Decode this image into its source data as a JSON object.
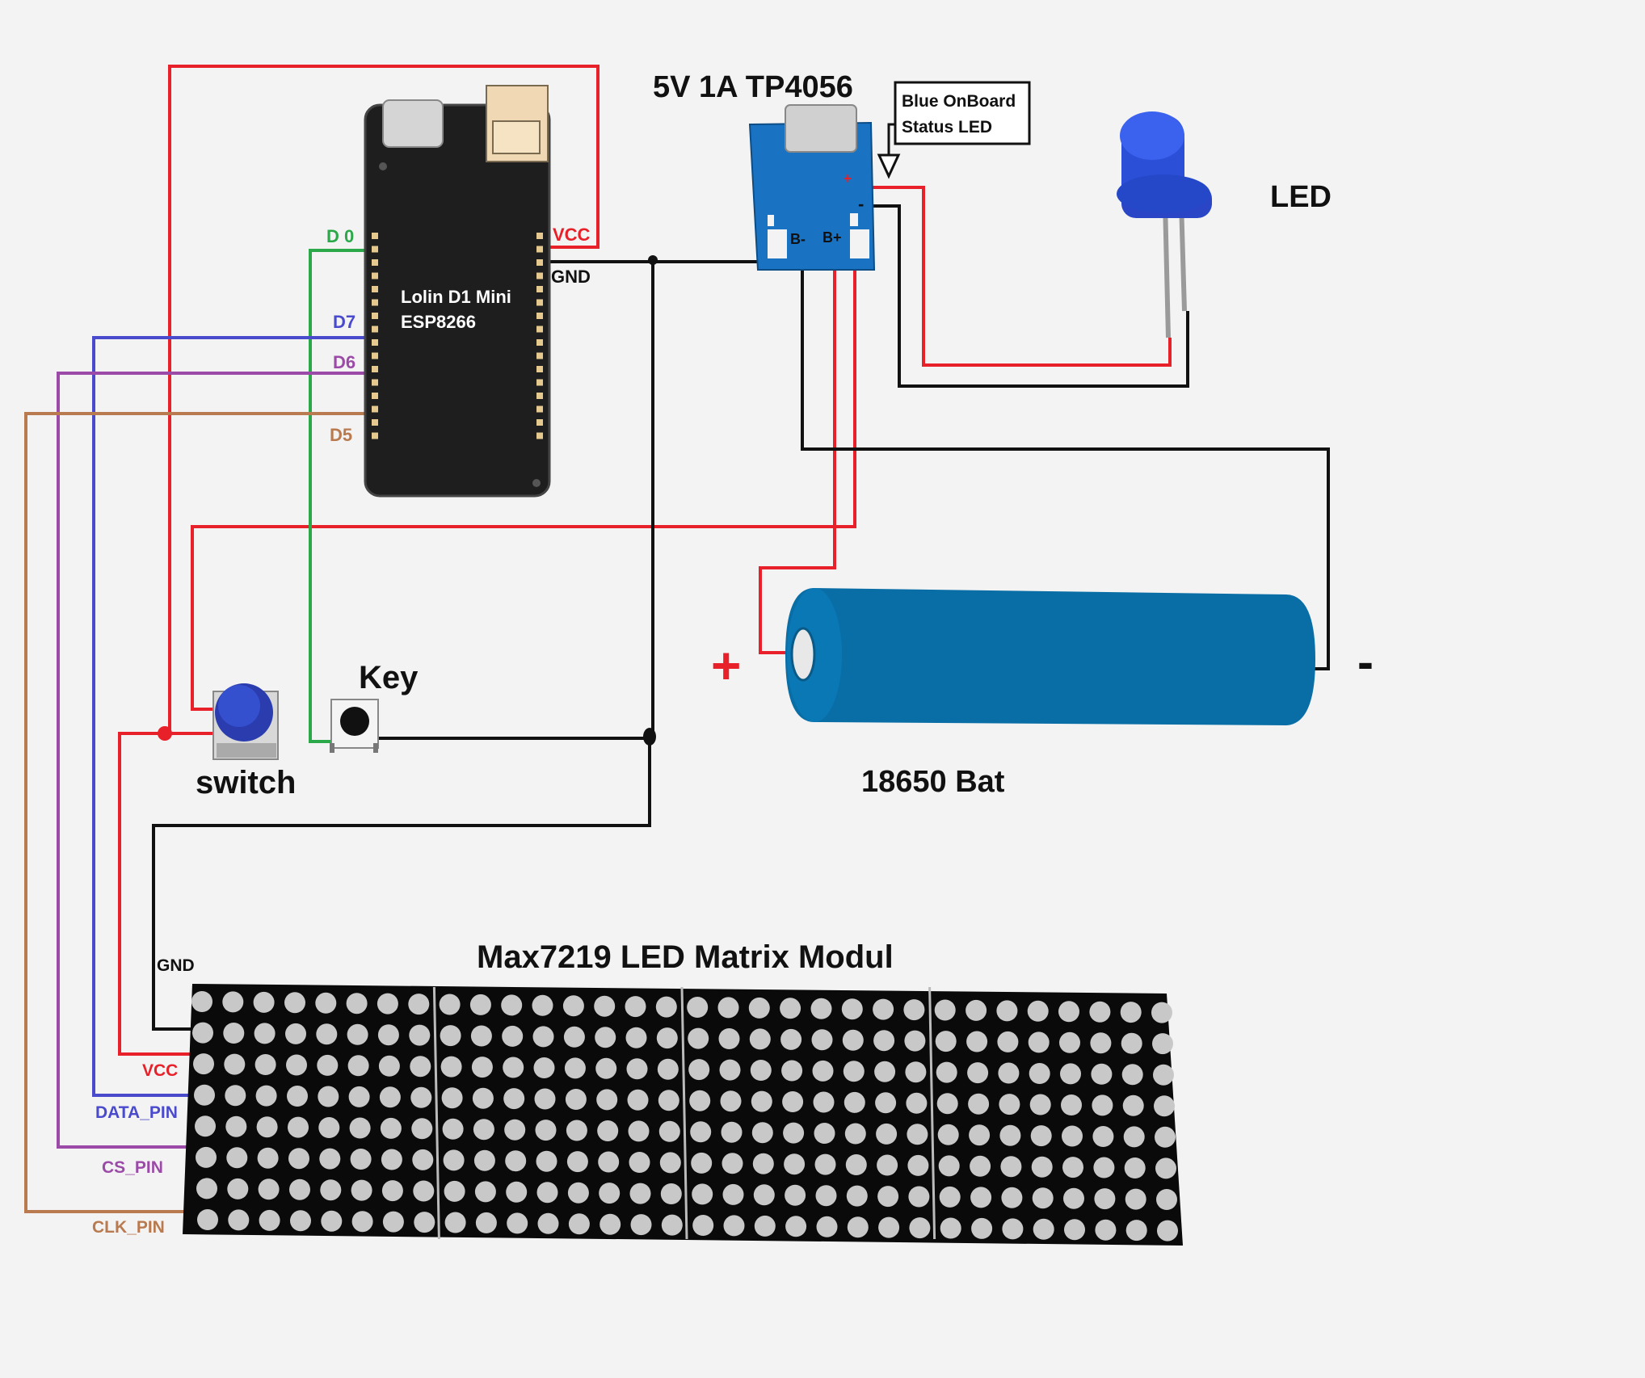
{
  "colors": {
    "background": "#f3f3f3",
    "vcc": "#e8202a",
    "gnd": "#111111",
    "d0": "#2aa84a",
    "d7": "#4a4acd",
    "d6": "#9b4aa8",
    "d5": "#b87a4e",
    "battery": "#0a6ea6",
    "board": "#1e1e1e",
    "charger": "#1a73c2",
    "led": "#2b4fd6",
    "matrix_bg": "#0a0a0a",
    "matrix_dot": "#c8c8c8"
  },
  "labels": {
    "charger_title": "5V 1A TP4056",
    "status_callout_line1": "Blue OnBoard",
    "status_callout_line2": "Status LED",
    "led": "LED",
    "board_line1": "Lolin D1 Mini",
    "board_line2": "ESP8266",
    "pin_d0": "D 0",
    "pin_d7": "D7",
    "pin_d6": "D6",
    "pin_d5": "D5",
    "pin_vcc": "VCC",
    "pin_gnd": "GND",
    "b_minus": "B-",
    "b_plus": "B+",
    "charger_plus": "+",
    "charger_minus": "-",
    "key": "Key",
    "switch": "switch",
    "battery": "18650 Bat",
    "battery_plus": "+",
    "battery_minus": "-",
    "matrix_title": "Max7219 LED Matrix Modul",
    "matrix_gnd": "GND",
    "matrix_vcc": "VCC",
    "matrix_data": "DATA_PIN",
    "matrix_cs": "CS_PIN",
    "matrix_clk": "CLK_PIN"
  },
  "matrix": {
    "modules": 4,
    "rows": 8,
    "cols": 8
  }
}
